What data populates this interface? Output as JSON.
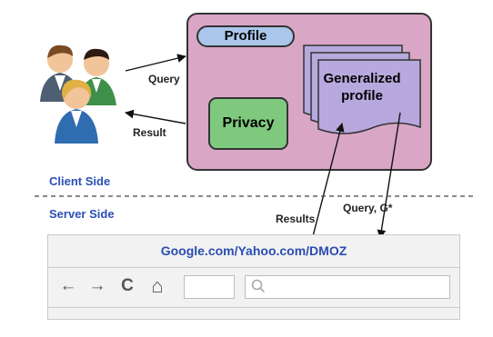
{
  "client_panel": {
    "profile_label": "Profile",
    "privacy_label": "Privacy",
    "generalized_label_line1": "Generalized",
    "generalized_label_line2": "profile"
  },
  "arrows": {
    "query_label": "Query",
    "result_label": "Result",
    "results_label": "Results",
    "query_g_label": "Query, G*"
  },
  "sides": {
    "client": "Client Side",
    "server": "Server Side"
  },
  "browser": {
    "title": "Google.com/Yahoo.com/DMOZ",
    "back_glyph": "←",
    "forward_glyph": "→",
    "reload_glyph": "C",
    "home_glyph": "⌂"
  },
  "colors": {
    "client_box": "#d9a6c6",
    "profile_pill": "#aac6ea",
    "privacy_box": "#7fc97f",
    "generalized_doc": "#b7a9dd",
    "side_label": "#2a4fb6"
  }
}
